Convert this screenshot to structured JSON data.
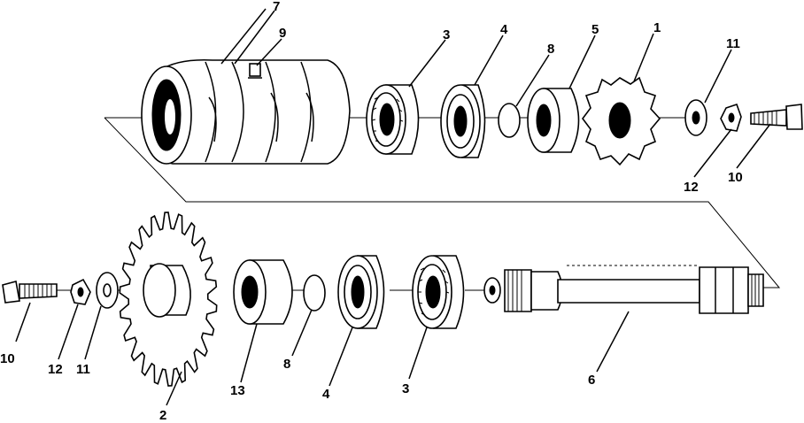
{
  "callouts": [
    {
      "id": "c7a",
      "label": "7"
    },
    {
      "id": "c9",
      "label": "9"
    },
    {
      "id": "c3a",
      "label": "3"
    },
    {
      "id": "c4a",
      "label": "4"
    },
    {
      "id": "c5",
      "label": "5"
    },
    {
      "id": "c8a",
      "label": "8"
    },
    {
      "id": "c1",
      "label": "1"
    },
    {
      "id": "c11a",
      "label": "11"
    },
    {
      "id": "c12a",
      "label": "12"
    },
    {
      "id": "c10a",
      "label": "10"
    },
    {
      "id": "c10b",
      "label": "10"
    },
    {
      "id": "c12b",
      "label": "12"
    },
    {
      "id": "c11b",
      "label": "11"
    },
    {
      "id": "c2",
      "label": "2"
    },
    {
      "id": "c13",
      "label": "13"
    },
    {
      "id": "c8b",
      "label": "8"
    },
    {
      "id": "c4b",
      "label": "4"
    },
    {
      "id": "c3b",
      "label": "3"
    },
    {
      "id": "c6",
      "label": "6"
    }
  ]
}
